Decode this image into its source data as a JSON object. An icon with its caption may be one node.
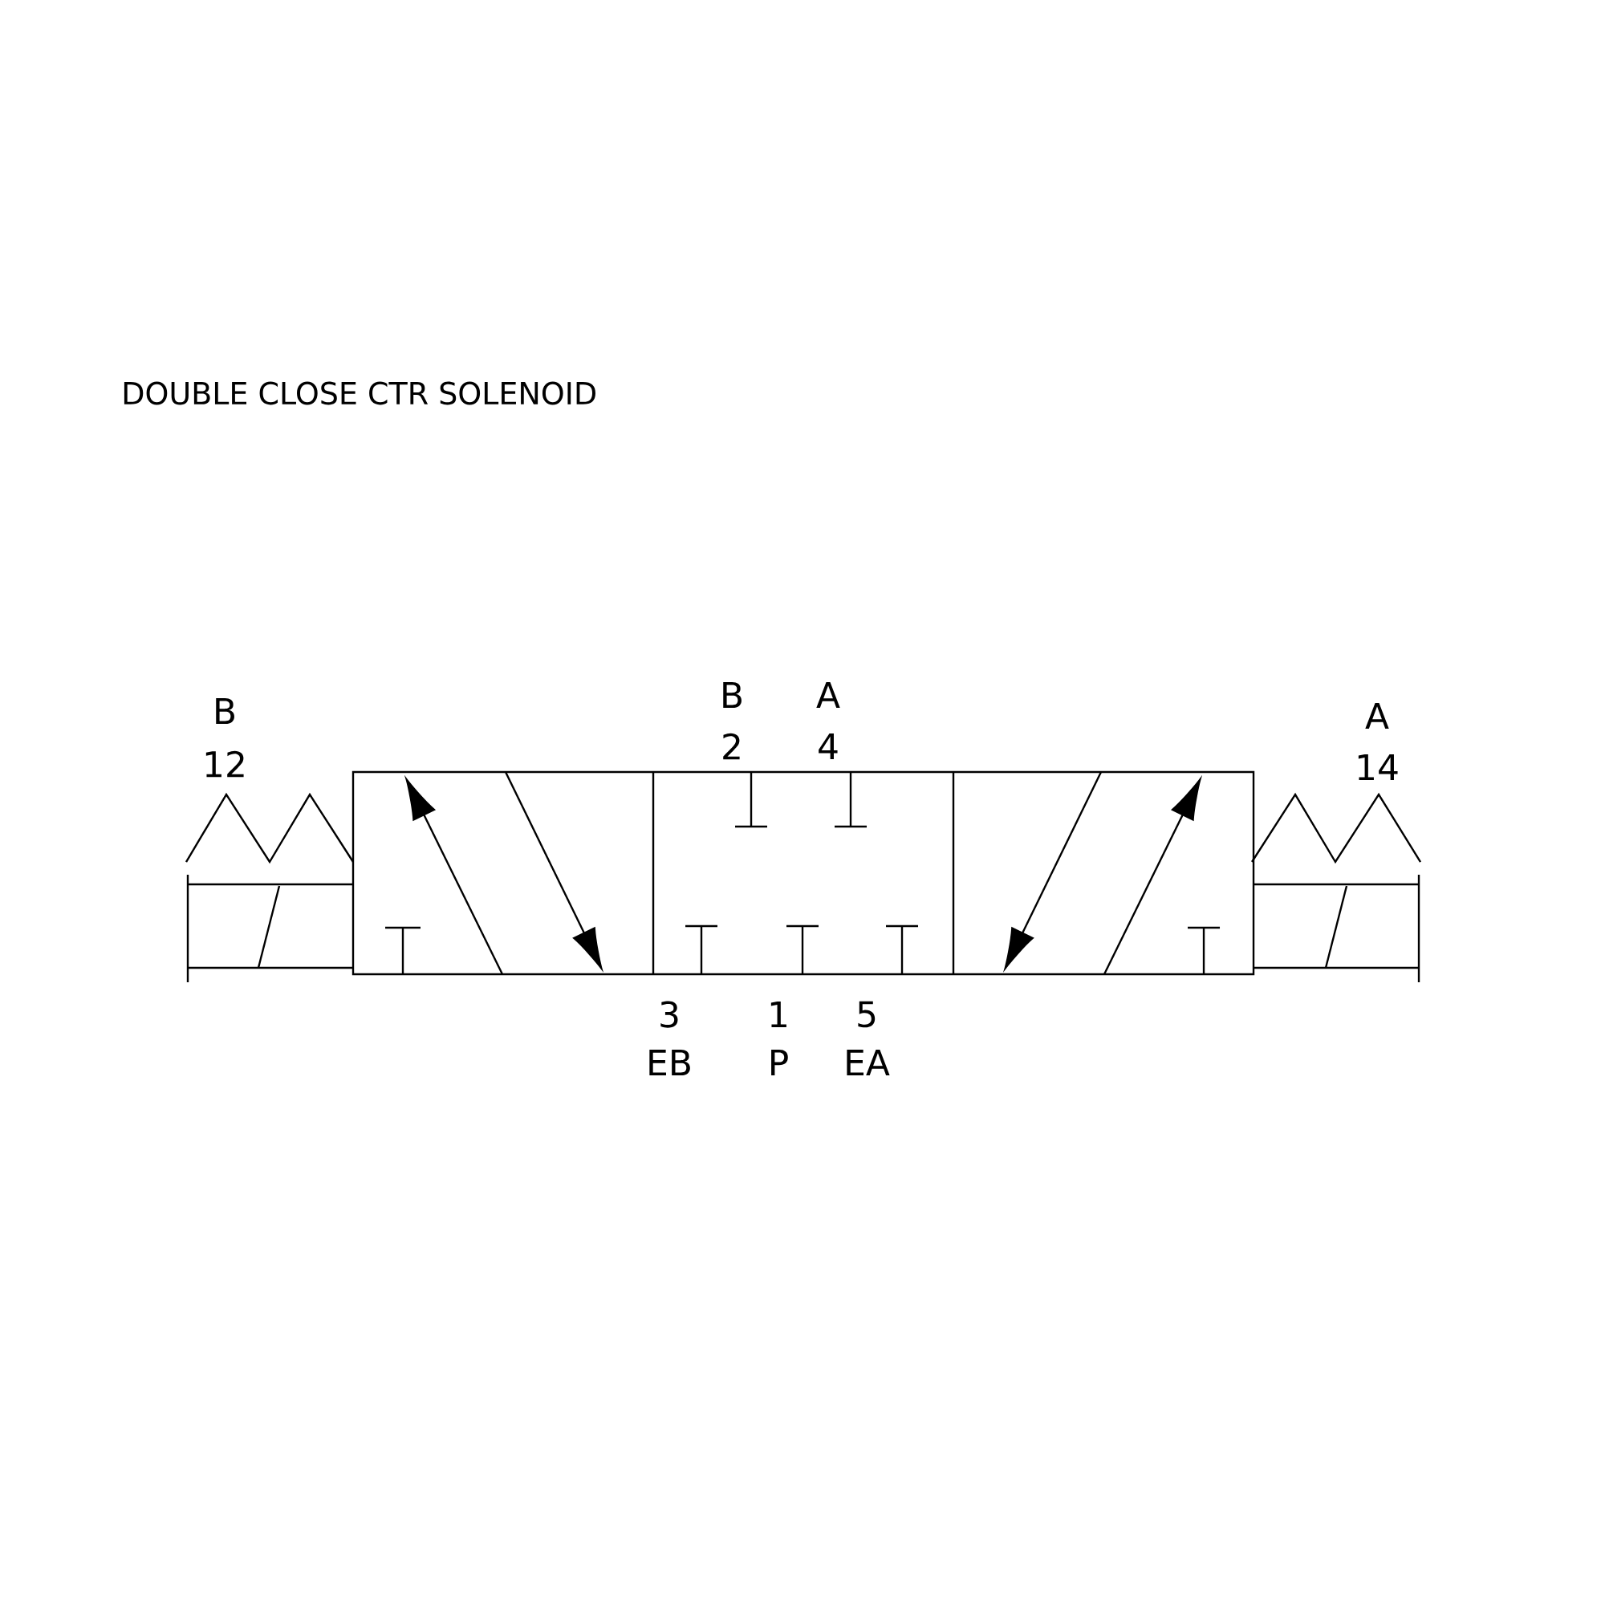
{
  "diagram": {
    "title": "DOUBLE CLOSE CTR SOLENOID",
    "labels": [
      "B",
      "12",
      "B",
      "2",
      "A",
      "4",
      "A",
      "14",
      "3",
      "EB",
      "1",
      "P",
      "5",
      "EA"
    ]
  }
}
